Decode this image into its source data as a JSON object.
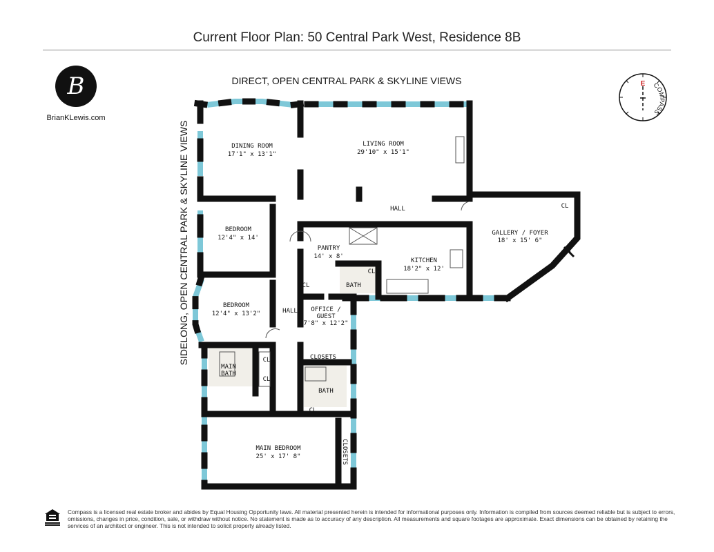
{
  "title": "Current Floor Plan:  50 Central Park West, Residence 8B",
  "logo": {
    "monogram": "B",
    "website": "BrianKLewis.com"
  },
  "views": {
    "top": "DIRECT, OPEN CENTRAL PARK & SKYLINE VIEWS",
    "left": "SIDELONG, OPEN CENTRAL PARK & SKYLINE VIEWS"
  },
  "compass": {
    "direction": "E",
    "label": "COMPASS",
    "accent": "#cc2222"
  },
  "rooms": {
    "dining": {
      "name": "DINING ROOM",
      "size": "17'1\" x 13'1\""
    },
    "living": {
      "name": "LIVING ROOM",
      "size": "29'10\" x 15'1\""
    },
    "hall_main": {
      "name": "HALL"
    },
    "gallery": {
      "name": "GALLERY / FOYER",
      "size": "18' x 15' 6\""
    },
    "gallery_cl": {
      "name": "CL"
    },
    "bedroom1": {
      "name": "BEDROOM",
      "size": "12'4\" x 14'"
    },
    "pantry": {
      "name": "PANTRY",
      "size": "14' x 8'"
    },
    "kitchen": {
      "name": "KITCHEN",
      "size": "18'2\" x 12'"
    },
    "bath_kitchen": {
      "name": "BATH",
      "cl": "CL"
    },
    "cl_hall": {
      "name": "CL"
    },
    "bedroom2": {
      "name": "BEDROOM",
      "size": "12'4\" x 13'2\""
    },
    "hall_side": {
      "name": "HALL"
    },
    "office": {
      "name": "OFFICE /",
      "name2": "GUEST",
      "size": "7'8\" x 12'2\""
    },
    "closets1": {
      "name": "CLOSETS"
    },
    "main_bath": {
      "name": "MAIN",
      "name2": "BATH"
    },
    "cl_a": {
      "name": "CL"
    },
    "cl_b": {
      "name": "CL"
    },
    "bath2": {
      "name": "BATH"
    },
    "cl_c": {
      "name": "CL"
    },
    "main_bedroom": {
      "name": "MAIN BEDROOM",
      "size": "25' x 17' 8\""
    },
    "closets2": {
      "name": "CLOSETS"
    }
  },
  "colors": {
    "wall": "#111111",
    "window": "#7ec8d8",
    "tile": "#f1efe9"
  },
  "footer": "Compass is a licensed real estate broker and abides by Equal Housing Opportunity laws. All material presented herein is intended for informational purposes only. Information is compiled from sources deemed reliable but is subject to errors, omissions, changes in price, condition, sale, or withdraw without notice. No statement is made as to accuracy of any description. All measurements and square footages are approximate. Exact dimensions can be obtained by retaining the services of an architect or engineer. This is not intended to solicit property already listed.",
  "eho_label": "EQUAL HOUSING OPPORTUNITY"
}
